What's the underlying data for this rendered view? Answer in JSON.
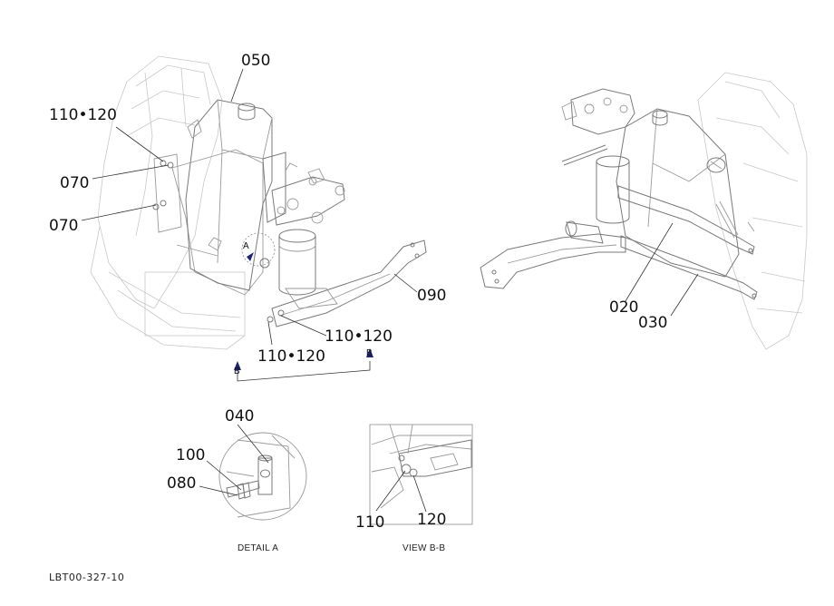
{
  "callouts": {
    "c050": "050",
    "c110_120_top": "110•120",
    "c070_a": "070",
    "c070_b": "070",
    "c090": "090",
    "c110_120_right": "110•120",
    "c110_120_bottom": "110•120",
    "c020": "020",
    "c030": "030",
    "c040": "040",
    "c100": "100",
    "c080": "080",
    "c110_view": "110",
    "c120_view": "120"
  },
  "section_markers": {
    "a": "A",
    "b_left": "B",
    "b_right": "B"
  },
  "captions": {
    "detail_a": "DETAIL  A",
    "view_bb": "VIEW B-B"
  },
  "doc_ref": "LBT00-327-10",
  "colors": {
    "line": "#9a9a9a",
    "text": "#111111",
    "marker": "#1a237e"
  }
}
